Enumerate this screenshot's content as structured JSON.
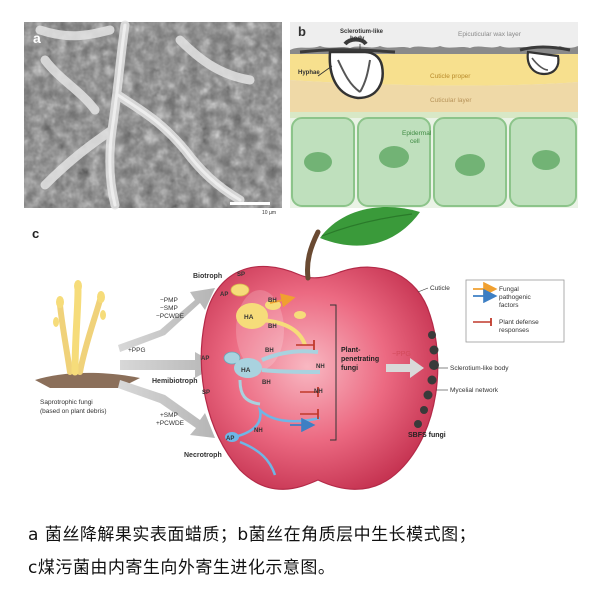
{
  "panel_a": {
    "letter": "a",
    "scale_bar": "10 µm"
  },
  "panel_b": {
    "letter": "b",
    "labels": {
      "sclerotium": [
        "Sclerotium-like",
        "body"
      ],
      "wax": "Epicuticular wax layer",
      "hyphae": "Hyphae",
      "cuticle_proper": "Cuticle proper",
      "cuticular_layer": "Cuticular layer",
      "epidermal": [
        "Epidermal",
        "cell"
      ]
    },
    "colors": {
      "cuticle_proper": "#f7e08e",
      "cuticular_layer": "#efd9a7",
      "cell_fill": "#bfe0bd",
      "nucleus": "#5fa863"
    }
  },
  "panel_c": {
    "letter": "c",
    "saprotroph": [
      "Saprotrophic fungi",
      "(based on plant debris)"
    ],
    "arrow_top_labels": [
      "−PMP",
      "−SMP",
      "−PCWDE"
    ],
    "arrow_mid_label": "+PPG",
    "arrow_bot_labels": [
      "+SMP",
      "+PCWDE"
    ],
    "biotroph": "Biotroph",
    "hemibiotroph": "Hemibiotroph",
    "necrotroph": "Necrotroph",
    "sp": "SP",
    "ap": "AP",
    "ha": "HA",
    "bh": "BH",
    "nh": "NH",
    "plant_penetrating": [
      "Plant-",
      "penetrating",
      "fungi"
    ],
    "minus_ppg": "−PPG",
    "cuticle": "Cuticle",
    "sclerotium_body": "Sclerotium-like body",
    "mycelial": "Mycelial network",
    "sbfs": "SBFS fungi",
    "legend": {
      "fungal": [
        "Fungal",
        "pathogenic",
        "factors"
      ],
      "defense": [
        "Plant defense",
        "responses"
      ]
    },
    "colors": {
      "apple": "#e8506a",
      "leaf": "#3a9a3a",
      "biotroph_fungus": "#f6dc7a",
      "hemibiotroph_fungus": "#a9d2df",
      "necrotroph_fungus": "#6fb6e6",
      "fungal_arrow_orange": "#f0a030",
      "fungal_arrow_blue": "#3d7fc4",
      "defense_red": "#c0392b"
    }
  },
  "caption": {
    "line1": "a 菌丝降解果实表面蜡质；b菌丝在角质层中生长模式图；",
    "line2": "c煤污菌由内寄生向外寄生进化示意图。"
  }
}
